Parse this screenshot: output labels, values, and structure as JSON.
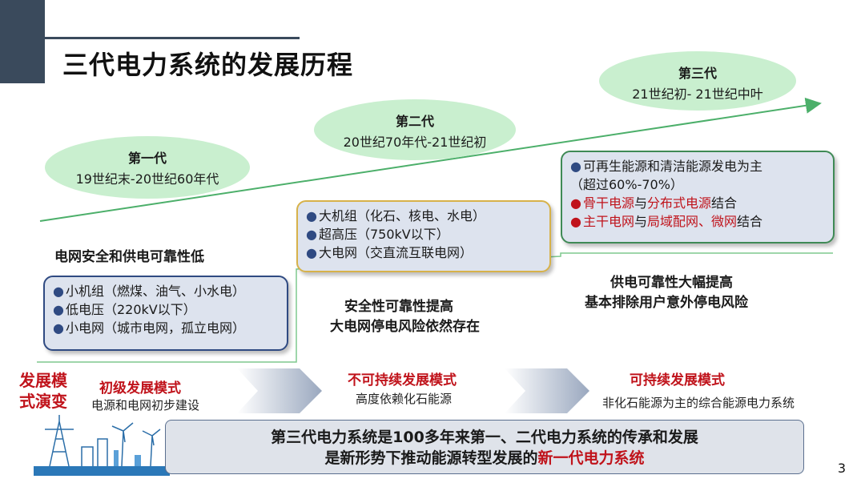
{
  "slide": {
    "title": "三代电力系统的发展历程",
    "page_number": "3"
  },
  "gen1": {
    "name": "第一代",
    "period": "19世纪末-20世纪60年代"
  },
  "gen2": {
    "name": "第二代",
    "period": "20世纪70年代-21世纪初"
  },
  "gen3": {
    "name": "第三代",
    "period": "21世纪初- 21世纪中叶"
  },
  "gen1_panel": {
    "heading": "电网安全和供电可靠性低",
    "items": [
      "小机组（燃煤、油气、小水电）",
      "低电压（220kV以下）",
      "小电网（城市电网，孤立电网）"
    ]
  },
  "gen2_panel": {
    "items": [
      "大机组（化石、核电、水电）",
      "超高压（750kV以下）",
      "大电网（交直流互联电网）"
    ],
    "note_line1": "安全性可靠性提高",
    "note_line2": "大电网停电风险依然存在"
  },
  "gen3_panel": {
    "item1": "可再生能源和清洁能源发电为主",
    "item1_cont": "（超过60%-70%）",
    "item2_a": "骨干电源",
    "item2_b": "与",
    "item2_c": "分布式电源",
    "item2_d": "结合",
    "item3_a": "主干电网",
    "item3_b": "与",
    "item3_c": "局域配网、微网",
    "item3_d": "结合",
    "note_line1": "供电可靠性大幅提高",
    "note_line2": "基本排除用户意外停电风险"
  },
  "modes": {
    "label_line1": "发展模",
    "label_line2": "式演变",
    "m1_title": "初级发展模式",
    "m1_sub": "电源和电网初步建设",
    "m2_title": "不可持续发展模式",
    "m2_sub": "高度依赖化石能源",
    "m3_title": "可持续发展模式",
    "m3_sub": "非化石能源为主的综合能源电力系统"
  },
  "summary": {
    "line1": "第三代电力系统是100多年来第一、二代电力系统的传承和发展",
    "line2_a": "是新形势下推动能源转型发展的",
    "line2_b": "新一代电力系统"
  },
  "colors": {
    "accent_red": "#c0131b",
    "ellipse_green": "#c9efcf",
    "arrow_green": "#4caf6a",
    "panel_bg": "#dde3ee",
    "gen1_border": "#2f4a82",
    "gen2_border": "#d7b24a",
    "gen3_border": "#3f8a55"
  }
}
